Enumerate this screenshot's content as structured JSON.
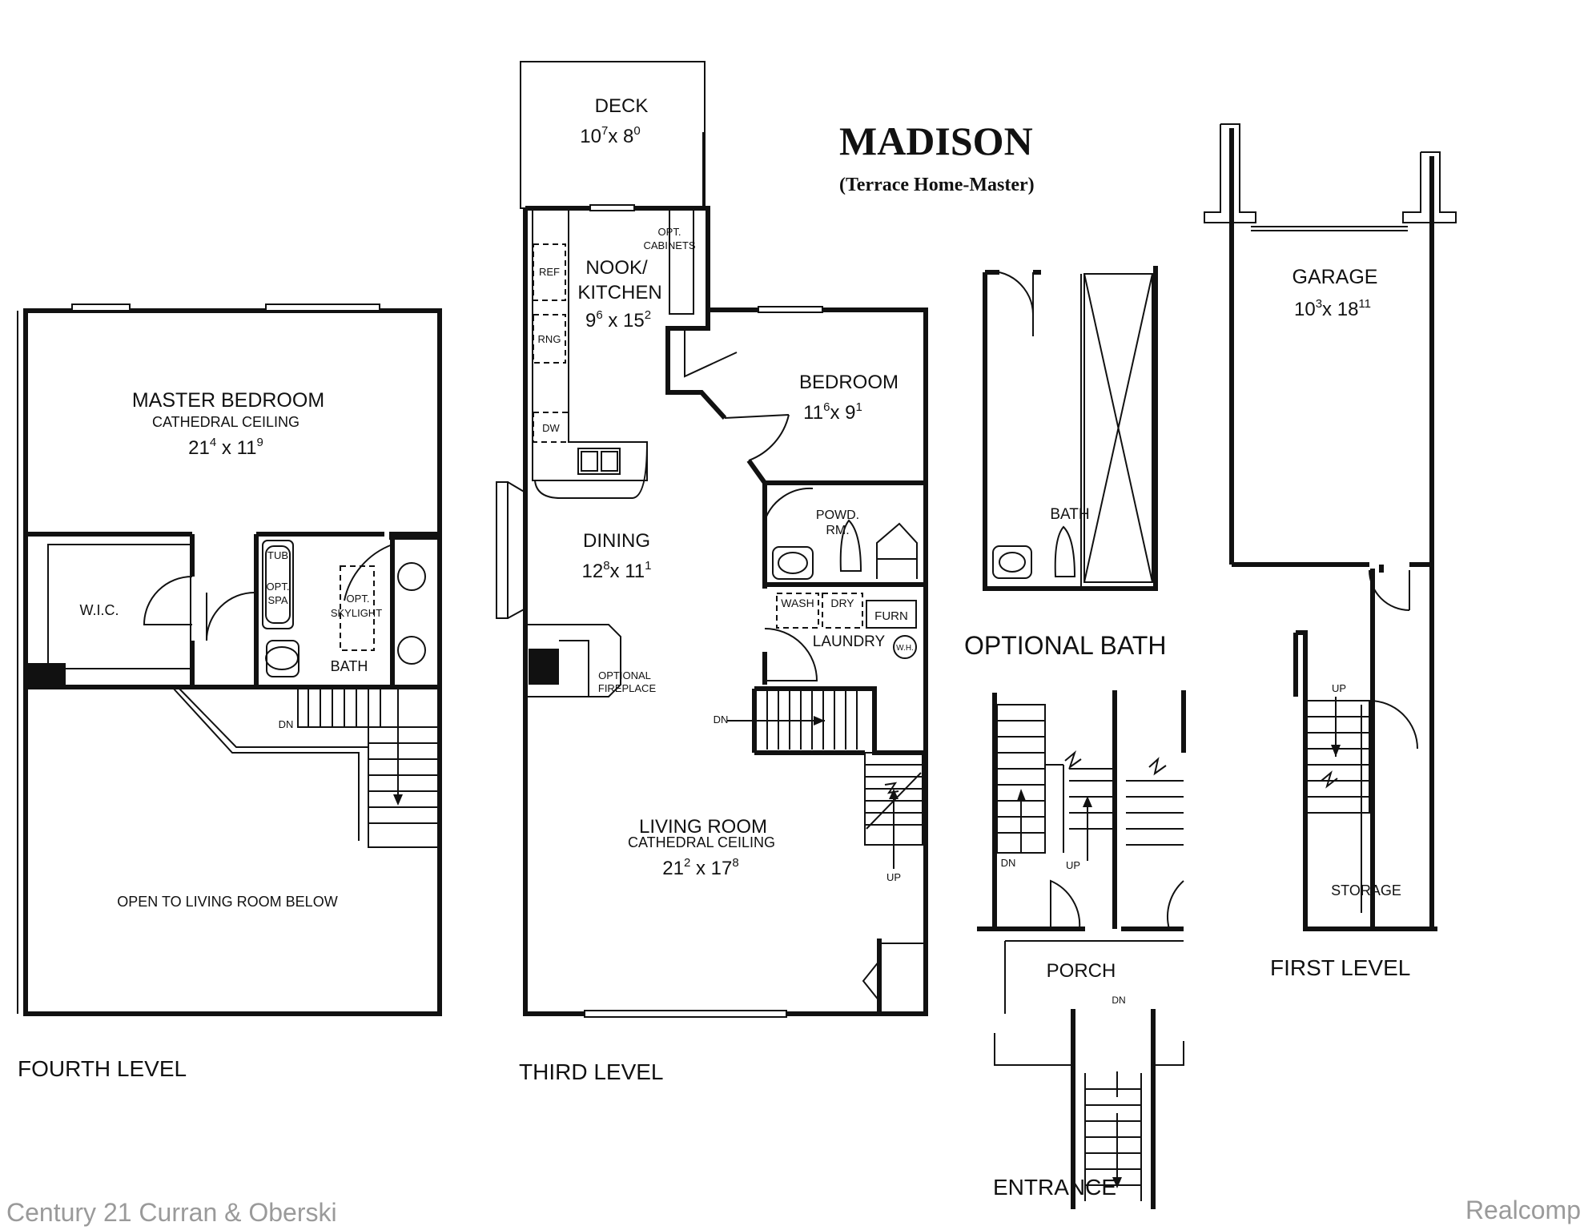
{
  "title": "MADISON",
  "subtitle": "(Terrace Home-Master)",
  "levels": {
    "fourth": "FOURTH  LEVEL",
    "third": "THIRD LEVEL",
    "first": "FIRST LEVEL",
    "entrance": "ENTRANCE",
    "optional_bath": "OPTIONAL  BATH"
  },
  "rooms": {
    "deck": {
      "name": "DECK",
      "dim_a": "10",
      "sup_a": "7",
      "dim_b": "8",
      "sup_b": "0"
    },
    "nook": {
      "name1": "NOOK/",
      "name2": "KITCHEN",
      "dim_a": "9",
      "sup_a": "6",
      "dim_b": "15",
      "sup_b": "2"
    },
    "bedroom": {
      "name": "BEDROOM",
      "dim_a": "11",
      "sup_a": "6",
      "dim_b": "9",
      "sup_b": "1"
    },
    "master": {
      "name": "MASTER BEDROOM",
      "note": "CATHEDRAL CEILING",
      "dim_a": "21",
      "sup_a": "4",
      "dim_b": "11",
      "sup_b": "9"
    },
    "dining": {
      "name": "DINING",
      "dim_a": "12",
      "sup_a": "8",
      "dim_b": "11",
      "sup_b": "1"
    },
    "living": {
      "name": "LIVING ROOM",
      "note": "CATHEDRAL CEILING",
      "dim_a": "21",
      "sup_a": "2",
      "dim_b": "17",
      "sup_b": "8"
    },
    "garage": {
      "name": "GARAGE",
      "dim_a": "10",
      "sup_a": "3",
      "dim_b": "18",
      "sup_b": "11"
    },
    "wic": "W.I.C.",
    "bath": "BATH",
    "opt_bath_room": "BATH",
    "powder1": "POWD.",
    "powder2": "RM.",
    "laundry": "LAUNDRY",
    "porch": "PORCH",
    "storage": "STORAGE",
    "open_below": "OPEN TO LIVING ROOM BELOW"
  },
  "fixtures": {
    "opt": "OPT.",
    "cabinets": "CABINETS",
    "ref": "REF",
    "rng": "RNG",
    "dw": "DW",
    "tub": "TUB",
    "spa": "SPA",
    "skylight": "SKYLIGHT",
    "wash": "WASH",
    "dry": "DRY",
    "furn": "FURN",
    "wh": "W.H.",
    "optional": "OPTIONAL",
    "fireplace": "FIREPLACE"
  },
  "stair_labels": {
    "dn": "DN",
    "up": "UP"
  },
  "watermarks": {
    "left": "Century 21 Curran & Oberski",
    "right": "Realcomp"
  }
}
